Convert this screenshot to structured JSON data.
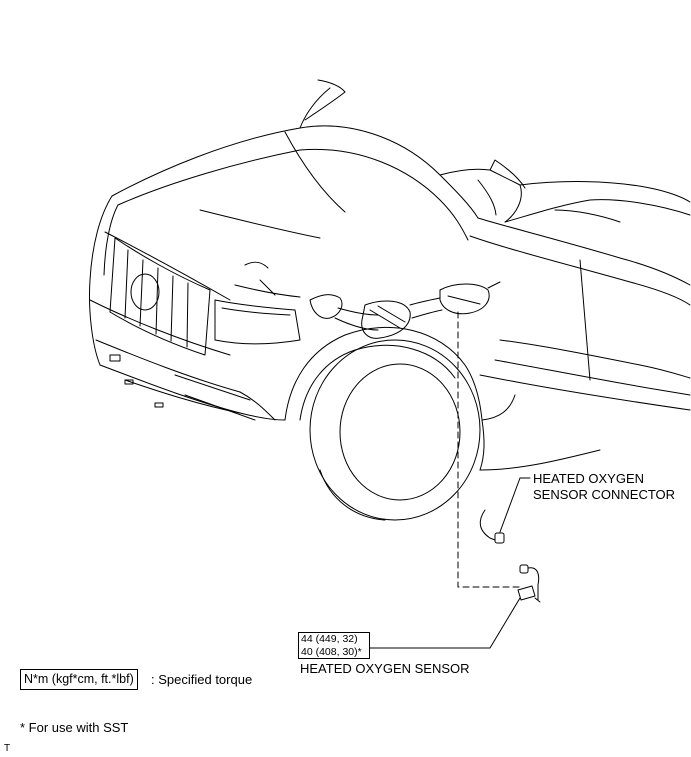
{
  "callouts": {
    "connector_line1": "HEATED OXYGEN",
    "connector_line2": "SENSOR CONNECTOR",
    "sensor": "HEATED OXYGEN SENSOR"
  },
  "torque": {
    "line1": "44 (449, 32)",
    "line2": "40 (408, 30)*"
  },
  "legend": {
    "unit_box": "N*m (kgf*cm, ft.*lbf)",
    "unit_desc": ": Specified torque",
    "sst_note": "* For use with SST"
  },
  "footer_mark": "T"
}
